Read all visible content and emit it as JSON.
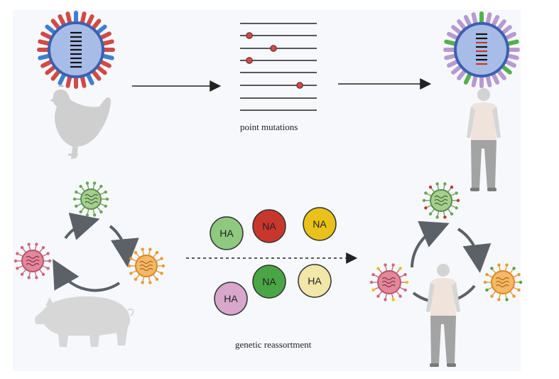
{
  "captions": {
    "point_mutations": "point mutations",
    "genetic_reassortment": "genetic reassortment"
  },
  "segments": [
    {
      "label": "HA",
      "color": "#8fc97f"
    },
    {
      "label": "NA",
      "color": "#c9372c"
    },
    {
      "label": "NA",
      "color": "#e8c21a"
    },
    {
      "label": "HA",
      "color": "#d9a7cc"
    },
    {
      "label": "NA",
      "color": "#4aa644"
    },
    {
      "label": "HA",
      "color": "#f2e6a8"
    }
  ],
  "colors": {
    "avian_spike": "#cf4a4a",
    "human_spike": "#b79ad1",
    "virus_core": "#a7bce6",
    "host_silhouette": "#cfcfcf",
    "mutation_dot": "#d24b4b"
  },
  "icons": [
    "chicken-icon",
    "pig-icon",
    "human-icon",
    "influenza-virus-icon"
  ]
}
